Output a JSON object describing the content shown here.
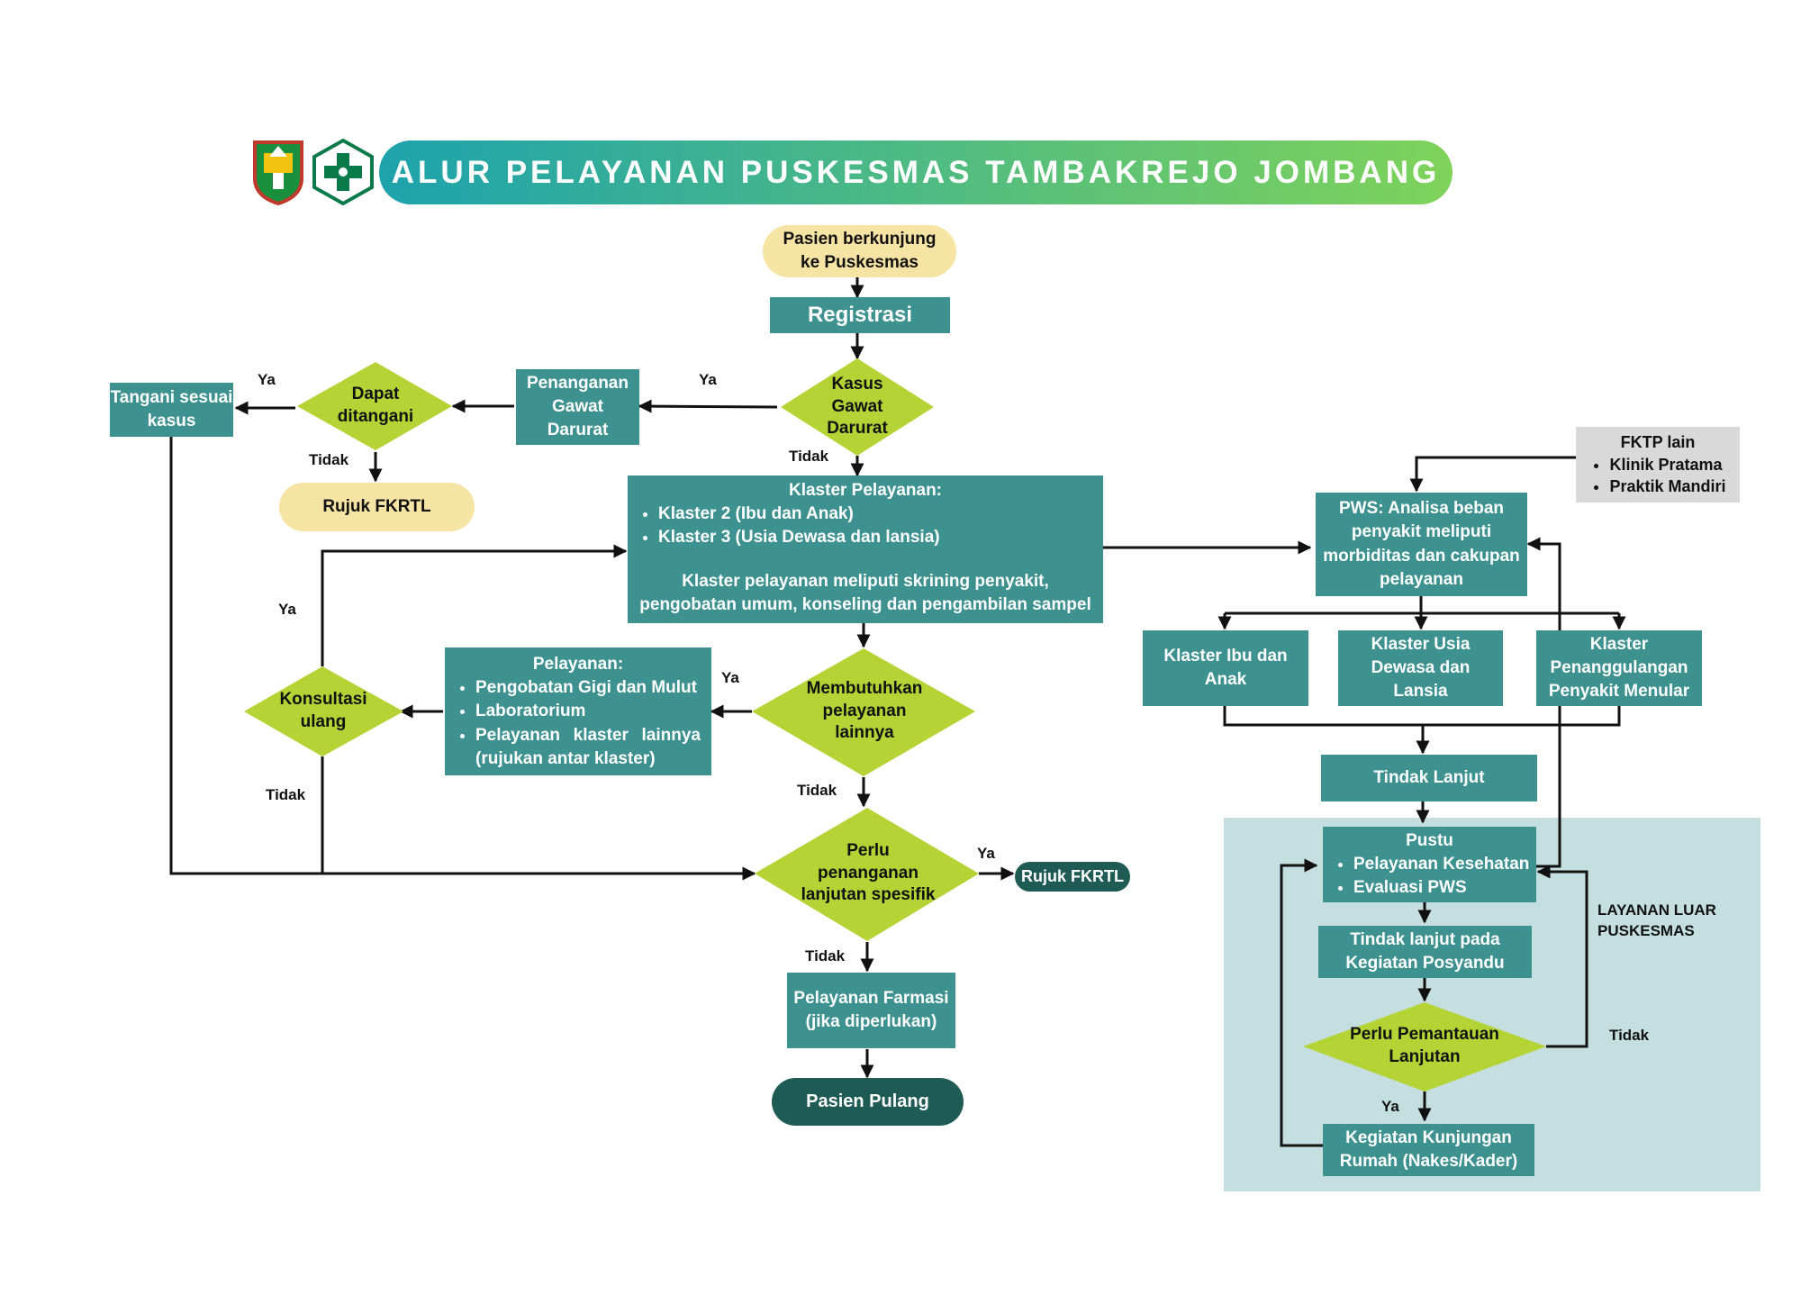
{
  "header": {
    "title": "ALUR PELAYANAN PUSKESMAS TAMBAKREJO JOMBANG",
    "colors": {
      "gradient_start": "#1ea2ac",
      "gradient_end": "#7fd35a",
      "logo_primary": "#0b7a4b"
    },
    "logo_left": "regency-crest-icon",
    "logo_right": "puskesmas-cross-icon"
  },
  "nodes": {
    "start": "Pasien berkunjung ke Puskesmas",
    "registrasi": "Registrasi",
    "kasus_gawat": "Kasus Gawat Darurat",
    "penanganan_gd": "Penanganan Gawat Darurat",
    "dapat_ditangani": "Dapat ditangani",
    "tangani": "Tangani sesuai kasus",
    "rujuk_left": "Rujuk FKRTL",
    "klaster": {
      "title": "Klaster Pelayanan:",
      "items": [
        "Klaster 2 (Ibu dan Anak)",
        "Klaster 3 (Usia Dewasa dan lansia)"
      ],
      "desc": "Klaster pelayanan meliputi skrining penyakit, pengobatan umum, konseling dan pengambilan sampel"
    },
    "membutuhkan": "Membutuhkan pelayanan lainnya",
    "pelayanan": {
      "title": "Pelayanan:",
      "items": [
        "Pengobatan Gigi dan Mulut",
        "Laboratorium",
        "Pelayanan klaster lainnya (rujukan antar klaster)"
      ]
    },
    "konsultasi": "Konsultasi ulang",
    "perlu_penanganan": "Perlu penanganan lanjutan spesifik",
    "rujuk_right": "Rujuk FKRTL",
    "farmasi": "Pelayanan Farmasi (jika diperlukan)",
    "pulang": "Pasien Pulang",
    "fktp": {
      "title": "FKTP lain",
      "items": [
        "Klinik Pratama",
        "Praktik Mandiri"
      ]
    },
    "pws": "PWS: Analisa beban penyakit meliputi morbiditas dan cakupan pelayanan",
    "klaster_ibu": "Klaster Ibu dan Anak",
    "klaster_usia": "Klaster Usia Dewasa dan Lansia",
    "klaster_menular": "Klaster Penanggulangan Penyakit Menular",
    "tindak_lanjut": "Tindak Lanjut",
    "pustu": {
      "title": "Pustu",
      "items": [
        "Pelayanan Kesehatan",
        "Evaluasi PWS"
      ]
    },
    "posyandu": "Tindak lanjut pada Kegiatan Posyandu",
    "pemantauan": "Perlu Pemantauan Lanjutan",
    "kunjungan": "Kegiatan Kunjungan Rumah (Nakes/Kader)",
    "layanan_luar": "LAYANAN LUAR PUSKESMAS"
  },
  "labels": {
    "ya": "Ya",
    "tidak": "Tidak"
  },
  "colors": {
    "teal": "#3d918f",
    "dark": "#1f5b55",
    "yellow": "#f6e4a4",
    "diamond": "#b5d334",
    "gray": "#d9d9d9",
    "outer_panel": "#c5dfe0"
  }
}
